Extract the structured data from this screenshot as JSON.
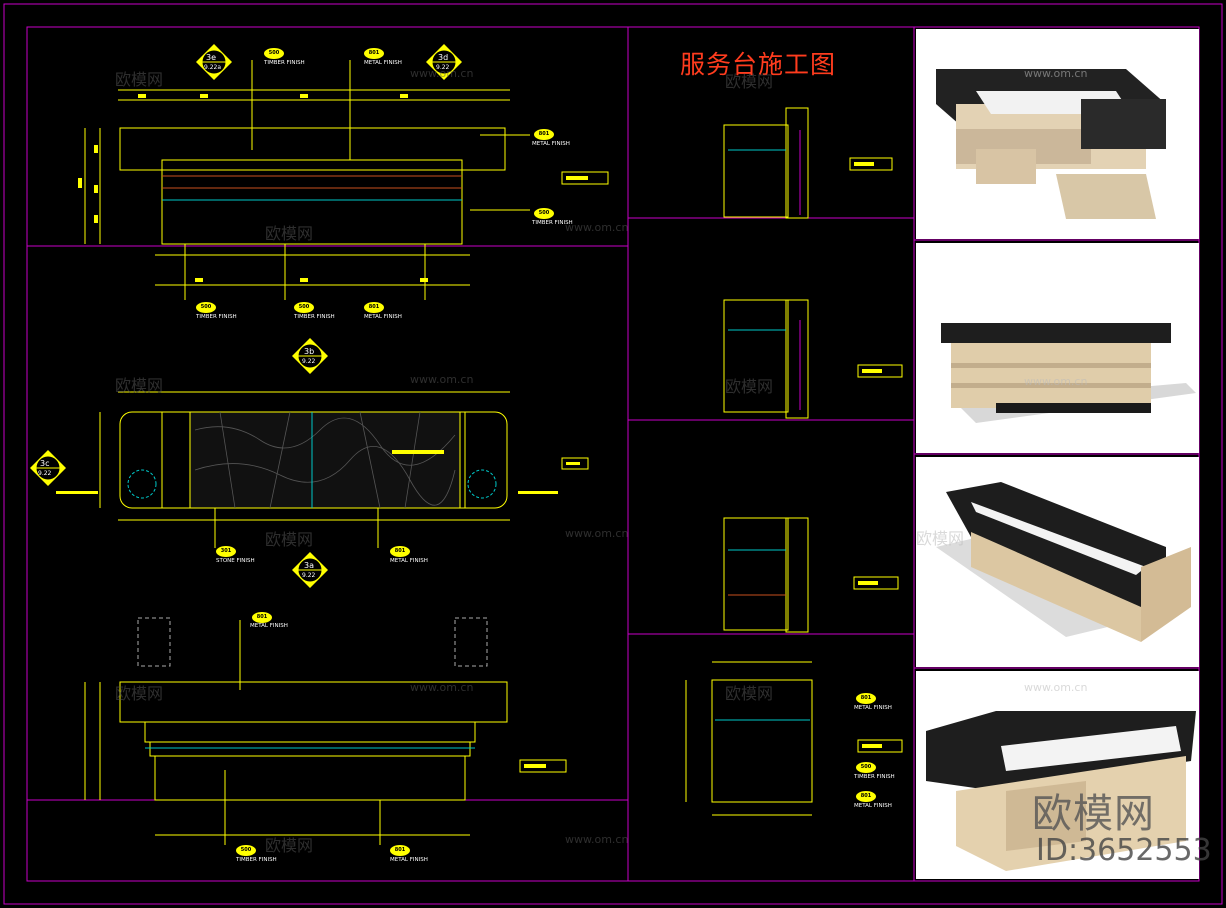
{
  "title": "服务台施工图",
  "watermark": {
    "cn": "欧模网",
    "url": "www.om.cn",
    "id": "ID:3652553"
  },
  "symbols": {
    "3e": {
      "code": "3e",
      "ref": "9.22a"
    },
    "3d": {
      "code": "3d",
      "ref": "9.22"
    },
    "3b": {
      "code": "3b",
      "ref": "9.22"
    },
    "3c": {
      "code": "3c",
      "ref": "9.22"
    },
    "3a": {
      "code": "3a",
      "ref": "9.22"
    }
  },
  "labels": {
    "timber": "TIMBER FINISH",
    "metal": "METAL FINISH",
    "stone": "STONE FINISH"
  },
  "colors": {
    "frame": "#c800c8",
    "lines": "#ffff00",
    "accent": "#00ffff",
    "title": "#ff3c1e"
  }
}
